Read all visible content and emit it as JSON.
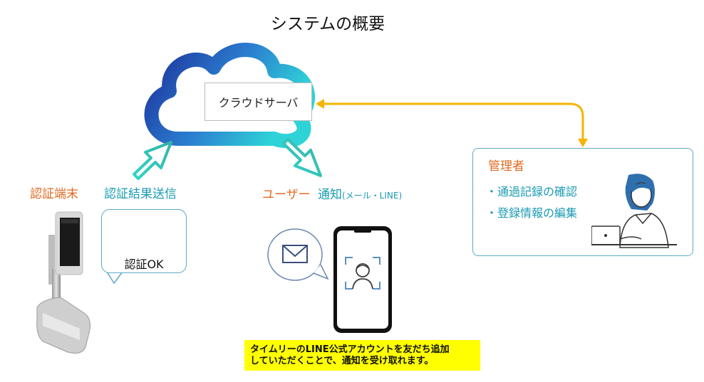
{
  "title": "システムの概要",
  "cloud": {
    "label": "クラウドサーバ"
  },
  "device": {
    "label": "認証端末"
  },
  "result": {
    "label": "認証結果送信",
    "bubble_text": "認証OK"
  },
  "user": {
    "label": "ユーザー",
    "notify_label": "通知",
    "notify_sub": "(メール・LINE)"
  },
  "admin": {
    "title": "管理者",
    "items": [
      "・通過記録の確認",
      "・登録情報の編集"
    ]
  },
  "notice": {
    "lines": [
      "タイムリーのLINE公式アカウントを友だち追加",
      "していただくことで、通知を受け取れます。"
    ]
  },
  "colors": {
    "orange": "#e06a1f",
    "teal": "#1a9ab2",
    "arrow_yellow": "#f5b400",
    "notice_bg": "#ffff00",
    "cloud_start": "#1c2f9a",
    "cloud_end": "#2ed3d8"
  }
}
